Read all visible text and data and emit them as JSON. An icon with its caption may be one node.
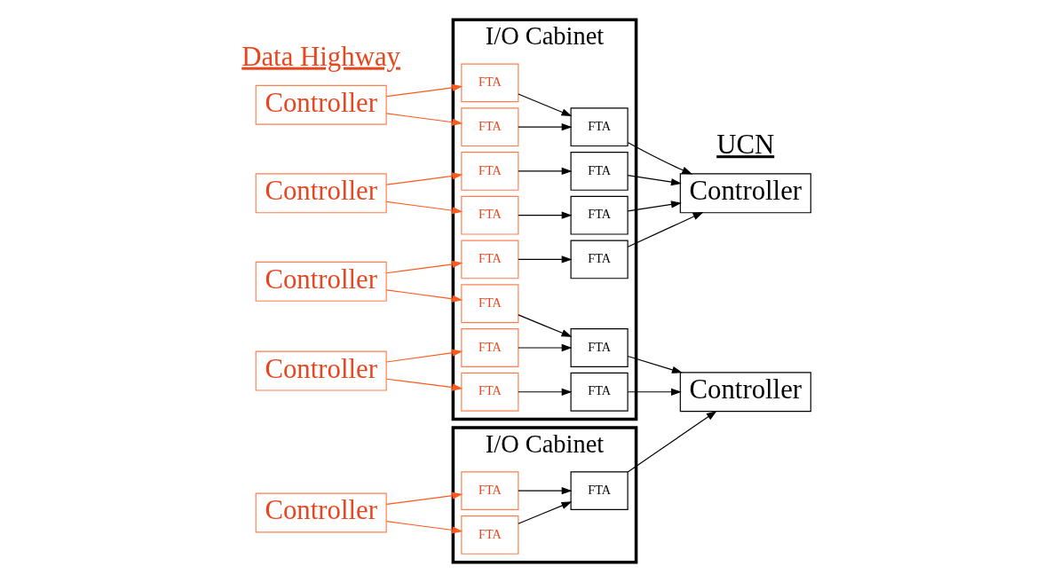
{
  "diagram": {
    "nodes": [
      {
        "text": [
          "Controller"
        ]
      },
      {
        "text": [
          "Controller"
        ]
      },
      {
        "text": [
          "Controller"
        ]
      },
      {
        "text": [
          "Controller"
        ]
      },
      {
        "text": [
          "I/O Cabinet"
        ]
      },
      {
        "text": [
          "FTA"
        ],
        "in": 4
      },
      {
        "text": [
          "FTA"
        ],
        "in": 4
      },
      {
        "text": [
          "FTA"
        ],
        "in": 4
      },
      {
        "text": [
          "FTA"
        ],
        "in": 4
      },
      {
        "text": [
          "FTA"
        ],
        "in": 4
      },
      {
        "text": [
          "FTA"
        ],
        "in": 4
      },
      {
        "text": [
          "FTA"
        ],
        "in": 4
      },
      {
        "text": [
          "FTA"
        ],
        "in": 4
      },
      {
        "text": [
          "FTA"
        ],
        "in": 4
      },
      {
        "text": [
          "FTA"
        ],
        "in": 4
      },
      {
        "text": [
          "FTA"
        ],
        "in": 4
      },
      {
        "text": [
          "FTA"
        ],
        "in": 4
      },
      {
        "text": [
          "FTA"
        ],
        "in": 4
      },
      {
        "text": [
          "FTA"
        ],
        "in": 4
      },
      {
        "text": [
          "Controller"
        ]
      },
      {
        "text": [
          "Controller"
        ]
      },
      {
        "text": [
          "Controller"
        ]
      },
      {
        "text": [
          "I/O Cabinet"
        ]
      },
      {
        "text": [
          "FTA"
        ],
        "in": 22
      },
      {
        "text": [
          "FTA"
        ],
        "in": 22
      },
      {
        "text": [
          "FTA"
        ],
        "in": 22
      }
    ],
    "edges": [
      {
        "from": 0,
        "to": 5,
        "arrow": "to",
        "color": "#ff5a1e"
      },
      {
        "from": 0,
        "to": 6,
        "arrow": "to",
        "color": "#ff5a1e"
      },
      {
        "from": 1,
        "to": 7,
        "arrow": "to",
        "color": "#ff5a1e"
      },
      {
        "from": 1,
        "to": 8,
        "arrow": "to",
        "color": "#ff5a1e"
      },
      {
        "from": 2,
        "to": 9,
        "arrow": "to",
        "color": "#ff5a1e"
      },
      {
        "from": 2,
        "to": 10,
        "arrow": "to",
        "color": "#ff5a1e"
      },
      {
        "from": 3,
        "to": 11,
        "arrow": "to",
        "color": "#ff5a1e"
      },
      {
        "from": 3,
        "to": 12,
        "arrow": "to",
        "color": "#ff5a1e"
      },
      {
        "from": 5,
        "to": 13,
        "arrow": "to"
      },
      {
        "from": 6,
        "to": 13,
        "arrow": "to"
      },
      {
        "from": 7,
        "to": 14,
        "arrow": "to"
      },
      {
        "from": 8,
        "to": 15,
        "arrow": "to"
      },
      {
        "from": 9,
        "to": 16,
        "arrow": "to"
      },
      {
        "from": 10,
        "to": 17,
        "arrow": "to"
      },
      {
        "from": 11,
        "to": 17,
        "arrow": "to"
      },
      {
        "from": 12,
        "to": 18,
        "arrow": "to"
      },
      {
        "from": 13,
        "to": 19,
        "arrow": "to"
      },
      {
        "from": 14,
        "to": 19,
        "arrow": "to"
      },
      {
        "from": 15,
        "to": 19,
        "arrow": "to"
      },
      {
        "from": 16,
        "to": 19,
        "arrow": "to"
      },
      {
        "from": 17,
        "to": 20,
        "arrow": "to"
      },
      {
        "from": 18,
        "to": 20,
        "arrow": "to"
      },
      {
        "from": 25,
        "to": 20,
        "arrow": "to"
      },
      {
        "from": 21,
        "to": 23,
        "arrow": "to",
        "color": "#ff5a1e"
      },
      {
        "from": 21,
        "to": 24,
        "arrow": "to",
        "color": "#ff5a1e"
      },
      {
        "from": 23,
        "to": 25,
        "arrow": "to"
      },
      {
        "from": 24,
        "to": 25,
        "arrow": "to"
      }
    ],
    "labels": [
      "Data Highway",
      "UCN"
    ]
  }
}
